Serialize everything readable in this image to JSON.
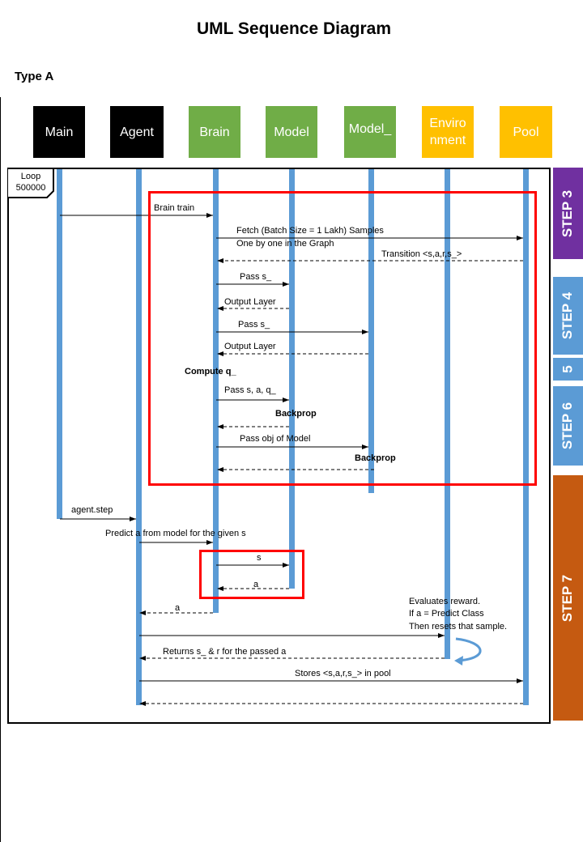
{
  "title": "UML Sequence Diagram",
  "subtitle": "Type A",
  "participants": [
    {
      "label": "Main",
      "color": "#000000",
      "text_color": "#ffffff"
    },
    {
      "label": "Agent",
      "color": "#000000",
      "text_color": "#ffffff"
    },
    {
      "label": "Brain",
      "color": "#70ad47",
      "text_color": "#ffffff"
    },
    {
      "label": "Model",
      "color": "#70ad47",
      "text_color": "#ffffff"
    },
    {
      "label": "Model_",
      "color": "#70ad47",
      "text_color": "#ffffff"
    },
    {
      "label": "Enviro nment",
      "color": "#ffc000",
      "text_color": "#ffffff"
    },
    {
      "label": "Pool",
      "color": "#ffc000",
      "text_color": "#ffffff"
    }
  ],
  "loop": {
    "label": "Loop",
    "count": "500000"
  },
  "messages": {
    "brain_train": "Brain train",
    "fetch_1": "Fetch (Batch  Size =   1 Lakh)      Samples",
    "fetch_2": "One by one    in the Graph",
    "transition": "Transition  <s,a,r,s_>",
    "pass_s_model": "Pass s_",
    "output_model": "Output Layer",
    "pass_s_model_": "Pass s_",
    "output_model_": "Output Layer",
    "compute_q": "Compute q_",
    "pass_saq": "Pass s, a, q_",
    "backprop_model": "Backprop",
    "pass_obj": "Pass obj of Model",
    "backprop_model_": "Backprop",
    "agent_step": "agent.step",
    "predict": "Predict a from model for the given s",
    "s": "s",
    "a_return_model": "a",
    "a_return_brain": "a",
    "eval_1": "Evaluates  reward.",
    "eval_2": "If a = Predict Class",
    "eval_3": "Then resets that sample.",
    "returns": "Returns s_ & r for the passed a",
    "stores": "Stores <s,a,r,s_> in pool"
  },
  "steps": [
    {
      "label": "STEP 3",
      "color": "#7030a0"
    },
    {
      "label": "STEP 4",
      "color": "#5b9bd5"
    },
    {
      "label": "5",
      "color": "#5b9bd5"
    },
    {
      "label": "STEP 6",
      "color": "#5b9bd5"
    },
    {
      "label": "STEP 7",
      "color": "#c55a11"
    }
  ],
  "colors": {
    "lifeline": "#5b9bd5",
    "highlight": "#ff0000"
  }
}
